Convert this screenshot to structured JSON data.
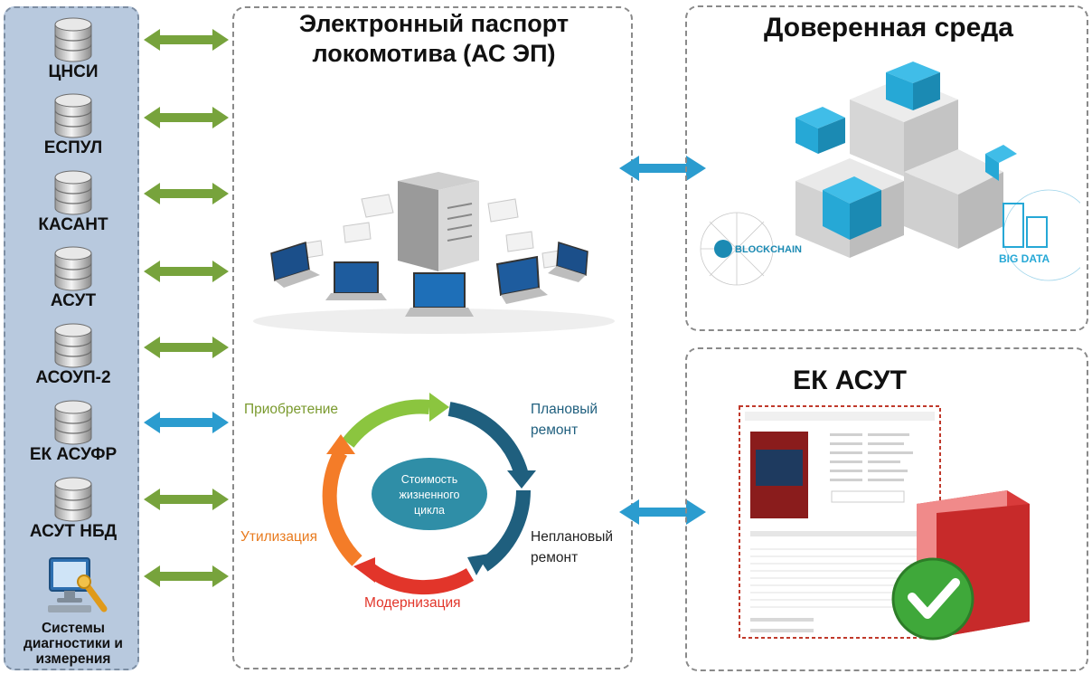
{
  "systems": [
    {
      "label": "ЦНСИ"
    },
    {
      "label": "ЕСПУЛ"
    },
    {
      "label": "КАСАНТ"
    },
    {
      "label": "АСУТ"
    },
    {
      "label": "АСОУП-2"
    },
    {
      "label": "ЕК АСУФР"
    },
    {
      "label": "АСУТ НБД"
    }
  ],
  "diagnostics_label": "Системы диагностики и измерения",
  "passport": {
    "title": "Электронный паспорт локомотива (АС ЭП)"
  },
  "lifecycle": {
    "center_label": "Стоимость жизненного цикла",
    "acquisition": "Приобретение",
    "planned_repair": "Плановый ремонт",
    "unplanned_repair": "Неплановый ремонт",
    "modernization": "Модернизация",
    "disposal": "Утилизация"
  },
  "trusted_env": {
    "title": "Доверенная среда",
    "blockchain_label": "BLOCKCHAIN",
    "bigdata_label": "BIG DATA"
  },
  "ek_asut": {
    "title": "ЕК АСУТ"
  },
  "colors": {
    "left_panel_bg": "#b8c9de",
    "arrow_green": "#77a33c",
    "arrow_blue": "#2b9ccf",
    "cycle_green": "#8bc53f",
    "cycle_darkblue": "#1f5f7e",
    "cycle_red": "#e2352a",
    "cycle_orange": "#f47c28",
    "center_teal": "#2f8ea7",
    "cube_blue": "#26a8d6"
  }
}
